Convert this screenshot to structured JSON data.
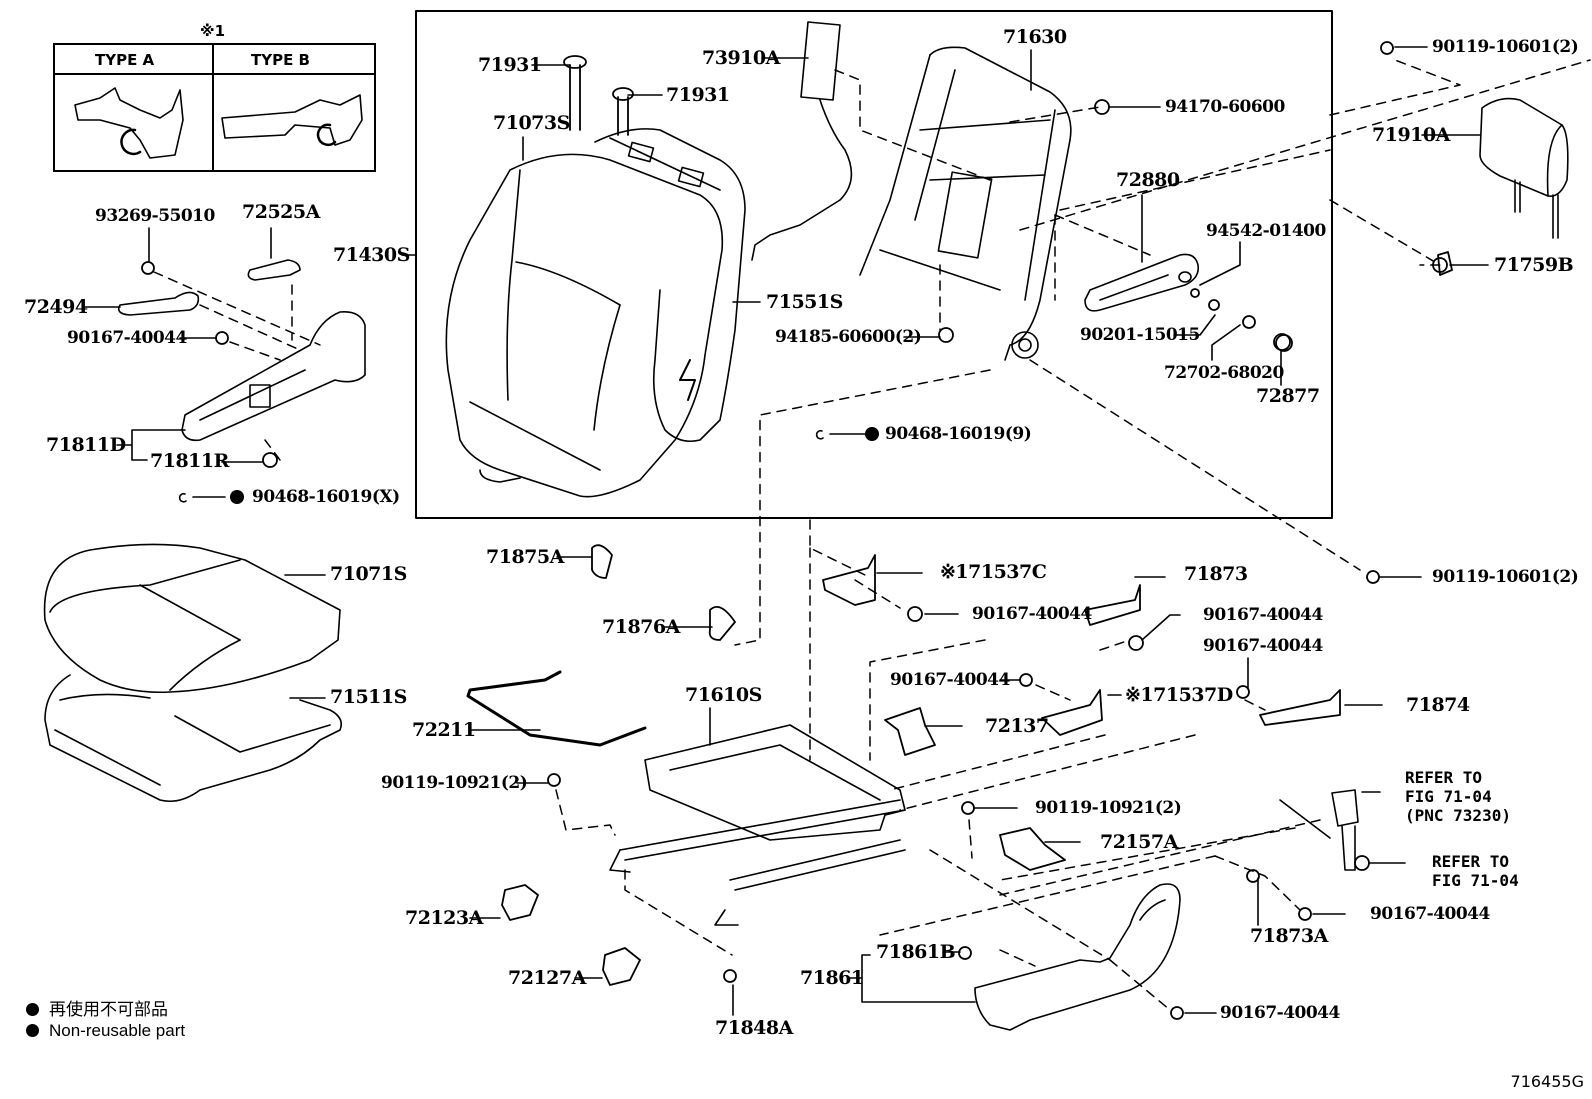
{
  "figure": {
    "type_table": {
      "note_mark": "※1",
      "columns": [
        {
          "label": "TYPE  A"
        },
        {
          "label": "TYPE  B"
        }
      ]
    },
    "labels": {
      "p93269_55010": "93269-55010",
      "p72525A": "72525A",
      "p72494": "72494",
      "p90167_40044_a": "90167-40044",
      "p71811D": "71811D",
      "p71811R": "71811R",
      "p90468_16019X": "90468-16019(X)",
      "p71430S": "71430S",
      "p71931_a": "71931",
      "p71931_b": "71931",
      "p73910A": "73910A",
      "p71073S": "71073S",
      "p71630": "71630",
      "p94170_60600": "94170-60600",
      "p90119_10601_top": "90119-10601(2)",
      "p71910A": "71910A",
      "p71759B": "71759B",
      "p72880": "72880",
      "p94542_01400": "94542-01400",
      "p90201_15015": "90201-15015",
      "p72702_68020": "72702-68020",
      "p72877": "72877",
      "p71551S": "71551S",
      "p94185_60600": "94185-60600(2)",
      "p90468_16019_9": "90468-16019(9)",
      "p71071S": "71071S",
      "p71511S": "71511S",
      "p71875A": "71875A",
      "p71876A": "71876A",
      "p72211": "72211",
      "p71610S": "71610S",
      "p71537C": "※171537C",
      "p90167_40044_b": "90167-40044",
      "p71873": "71873",
      "p90167_40044_c": "90167-40044",
      "p90119_10601_mid": "90119-10601(2)",
      "p90167_40044_d": "90167-40044",
      "p90167_40044_e": "90167-40044",
      "p71537D": "※171537D",
      "p71874": "71874",
      "p72137": "72137",
      "p90119_10921_a": "90119-10921(2)",
      "p90119_10921_b": "90119-10921(2)",
      "p72157A": "72157A",
      "ref_belt": [
        "REFER TO",
        "FIG 71-04",
        "(PNC 73230)"
      ],
      "ref_nut": [
        "REFER TO",
        "FIG 71-04"
      ],
      "p90167_40044_f": "90167-40044",
      "p71873A": "71873A",
      "p72123A": "72123A",
      "p72127A": "72127A",
      "p71848A": "71848A",
      "p71861B": "71861B",
      "p71861": "71861",
      "p90167_40044_g": "90167-40044"
    },
    "legend": [
      {
        "symbol": "filled-circle",
        "text": "再使用不可部品"
      },
      {
        "symbol": "filled-circle",
        "text": "Non-reusable part"
      }
    ],
    "figure_number": "716455G"
  }
}
